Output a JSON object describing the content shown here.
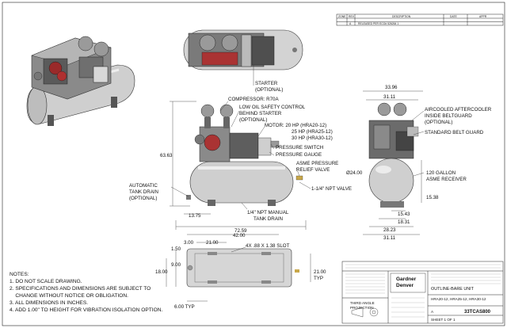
{
  "revision_block": {
    "headers": [
      "ZONE",
      "REV",
      "DESCRIPTION",
      "DATE",
      "APPR"
    ],
    "row": {
      "rev": "A",
      "description": "RELEASED PER ECO# 526264 1",
      "date": "",
      "appr": ""
    }
  },
  "callouts": {
    "starter": "STARTER",
    "starter_opt": "(OPTIONAL)",
    "compressor": "COMPRESSOR: R70A",
    "low_oil_1": "LOW OIL SAFETY CONTROL",
    "low_oil_2": "BEHIND STARTER",
    "low_oil_3": "(OPTIONAL)",
    "motor_1": "MOTOR: 20 HP (HRA20-12)",
    "motor_2": "25 HP (HRA25-12)",
    "motor_3": "30 HP (HRA30-12)",
    "pressure_switch": "PRESSURE SWITCH",
    "pressure_gauge": "PRESSURE GAUGE",
    "asme_relief_1": "ASME PRESSURE",
    "asme_relief_2": "RELIEF VALVE",
    "auto_drain_1": "AUTOMATIC",
    "auto_drain_2": "TANK DRAIN",
    "auto_drain_3": "(OPTIONAL)",
    "npt_valve": "1-1/4\" NPT VALVE",
    "manual_drain_1": "1/4\" NPT MANUAL",
    "manual_drain_2": "TANK DRAIN",
    "aftercooler_1": "AIRCOOLED AFTERCOOLER",
    "aftercooler_2": "INSIDE BELTGUARD",
    "aftercooler_3": "(OPTIONAL)",
    "belt_guard": "STANDARD BELT GUARD",
    "receiver_1": "120 GALLON",
    "receiver_2": "ASME RECEIVER",
    "slot": "4X .88 X 1.38 SLOT"
  },
  "dimensions": {
    "height_total": "63.63",
    "drain_offset": "13.75",
    "length_total": "72.59",
    "width_top": "33.96",
    "width_belt": "31.11",
    "tank_dia": "Ø24.00",
    "tank_height": "15.38",
    "foot_a": "15.43",
    "foot_b": "18.31",
    "foot_c": "28.23",
    "foot_d": "31.11",
    "base_a": "3.00",
    "base_b": "21.00",
    "base_c": "42.00",
    "base_d": "1.50",
    "base_e": "9.00",
    "base_f": "18.00",
    "base_g": "21.00",
    "base_g_sub": "TYP",
    "base_h": "6.00 TYP"
  },
  "notes": {
    "heading": "NOTES:",
    "items": [
      "1. DO NOT SCALE DRAWING.",
      "2. SPECIFICATIONS AND DIMENSIONS ARE SUBJECT TO",
      "    CHANGE WITHOUT NOTICE OR OBLIGATION.",
      "3. ALL DIMENSIONS IN INCHES.",
      "4. ADD 1.00\" TO HEIGHT FOR VIBRATION ISOLATION OPTION."
    ]
  },
  "title_block": {
    "brand_1": "Gardner",
    "brand_2": "Denver",
    "title": "OUTLINE-BARE UNIT",
    "subtitle": "HRA20-12, HRA25-12, HRA30-12",
    "dwg_no": "33TCAS800",
    "size": "A",
    "sheet": "SHEET 1 OF 1",
    "projection_1": "THIRD ANGLE",
    "projection_2": "PROJECTION"
  },
  "colors": {
    "line": "#222222",
    "metal_light": "#d9d9d9",
    "metal_mid": "#a8a8a8",
    "metal_dark": "#4a4a4a",
    "accent_red": "#b02a2a"
  }
}
